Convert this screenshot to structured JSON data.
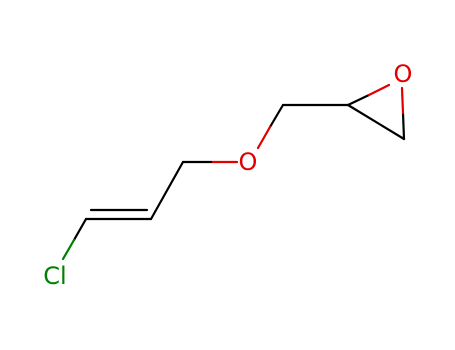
{
  "molecule": {
    "atoms": {
      "epoxide_oxygen": {
        "label": "O",
        "color": "#e00000"
      },
      "ether_oxygen": {
        "label": "O",
        "color": "#e00000"
      },
      "chlorine": {
        "label": "Cl",
        "color": "#008000"
      }
    },
    "bond_color": "#000000"
  }
}
